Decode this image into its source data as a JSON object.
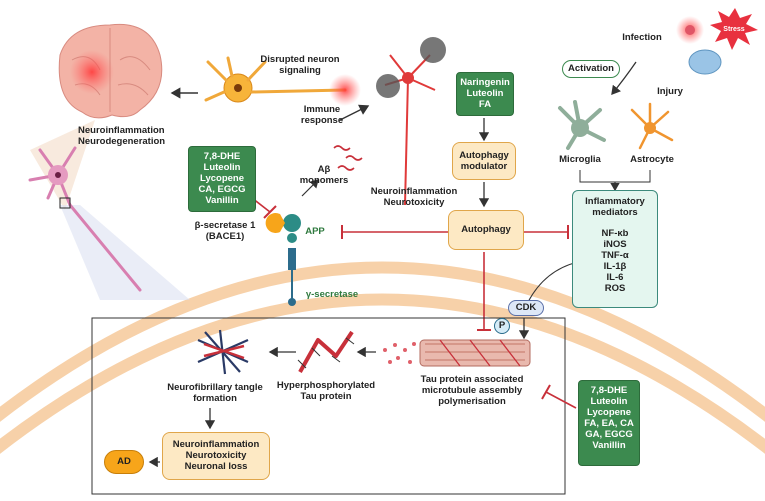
{
  "diagram": {
    "labels": {
      "neuroinflammation_neurodegeneration": "Neuroinflammation\nNeurodegeneration",
      "disrupted_signaling": "Disrupted neuron\nsignaling",
      "immune_response": "Immune\nresponse",
      "abeta_monomers": "Aβ\nmonomers",
      "neuroinflammation_neurotoxicity_top": "Neuroinflammation\nNeurotoxicity",
      "bace1": "β-secretase 1\n(BACE1)",
      "app": "APP",
      "gamma_secretase": "γ-secretase",
      "infection": "Infection",
      "stress": "Stress",
      "activation": "Activation",
      "injury": "Injury",
      "microglia": "Microglia",
      "astrocyte": "Astrocyte",
      "inflammatory_title": "Inflammatory\nmediators",
      "inflammatory_list": "NF-κb\niNOS\nTNF-α\nIL-1β\nIL-6\nROS",
      "cdk": "CDK",
      "p": "P",
      "tau_assembly": "Tau protein associated\nmicrotubule assembly\npolymerisation",
      "hyperphosphorylated": "Hyperphosphorylated\nTau protein",
      "nft": "Neurofibrillary tangle\nformation",
      "ad": "AD"
    },
    "boxes": {
      "inhibitors_bace": "7,8-DHE\nLuteolin\nLycopene\nCA, EGCG\nVanillin",
      "inhibitors_autophagy": "Naringenin\nLuteolin\nFA",
      "autophagy_modulator": "Autophagy\nmodulator",
      "autophagy": "Autophagy",
      "inhibitors_tau": "7,8-DHE\nLuteolin\nLycopene\nFA, EA, CA\nGA, EGCG\nVanillin",
      "outcome": "Neuroinflammation\nNeurotoxicity\nNeuronal loss"
    },
    "colors": {
      "green": "#3c8a4f",
      "orange_fill": "#fde9c4",
      "orange_border": "#e0a64a",
      "inhibit_red": "#c8303a",
      "membrane": "#f6c99a",
      "teal": "#3c8a7c"
    }
  }
}
